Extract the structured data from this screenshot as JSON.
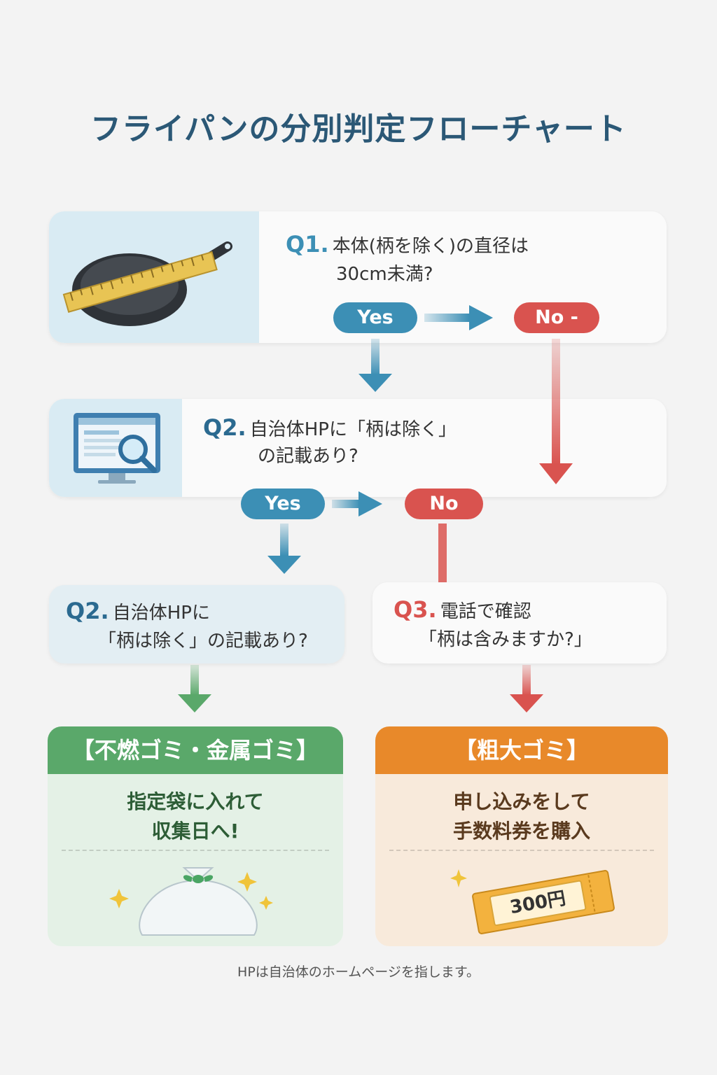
{
  "title": "フライパンの分別判定フローチャート",
  "q1": {
    "label": "Q1.",
    "line1": "本体(柄を除く)の直径は",
    "line2": "30cm未満?",
    "yes": "Yes",
    "no": "No -"
  },
  "q2_top": {
    "label": "Q2.",
    "line1": "自治体HPに「柄は除く」",
    "line2": "の記載あり?",
    "yes": "Yes",
    "no": "No"
  },
  "q2_left": {
    "label": "Q2.",
    "line1": "自治体HPに",
    "line2": "「柄は除く」の記載あり?"
  },
  "q3": {
    "label": "Q3.",
    "line1": "電話で確認",
    "line2": "「柄は含みますか?」"
  },
  "result_left": {
    "header": "【不燃ゴミ・金属ゴミ】",
    "line1": "指定袋に入れて",
    "line2": "収集日へ!",
    "color": "#5aa86a"
  },
  "result_right": {
    "header": "【粗大ゴミ】",
    "line1": "申し込みをして",
    "line2": "手数料券を購入",
    "ticket": "300円",
    "color": "#e8892a"
  },
  "footnote": "HPは自治体のホームページを指します。",
  "colors": {
    "blue": "#3c8fb5",
    "red": "#d9534f",
    "green": "#5aa86a",
    "orange": "#e8892a",
    "title": "#2b5876"
  },
  "icons": [
    "frying-pan-ruler-icon",
    "monitor-magnifier-icon",
    "garbage-bag-icon",
    "ticket-icon",
    "sparkle-icon"
  ]
}
